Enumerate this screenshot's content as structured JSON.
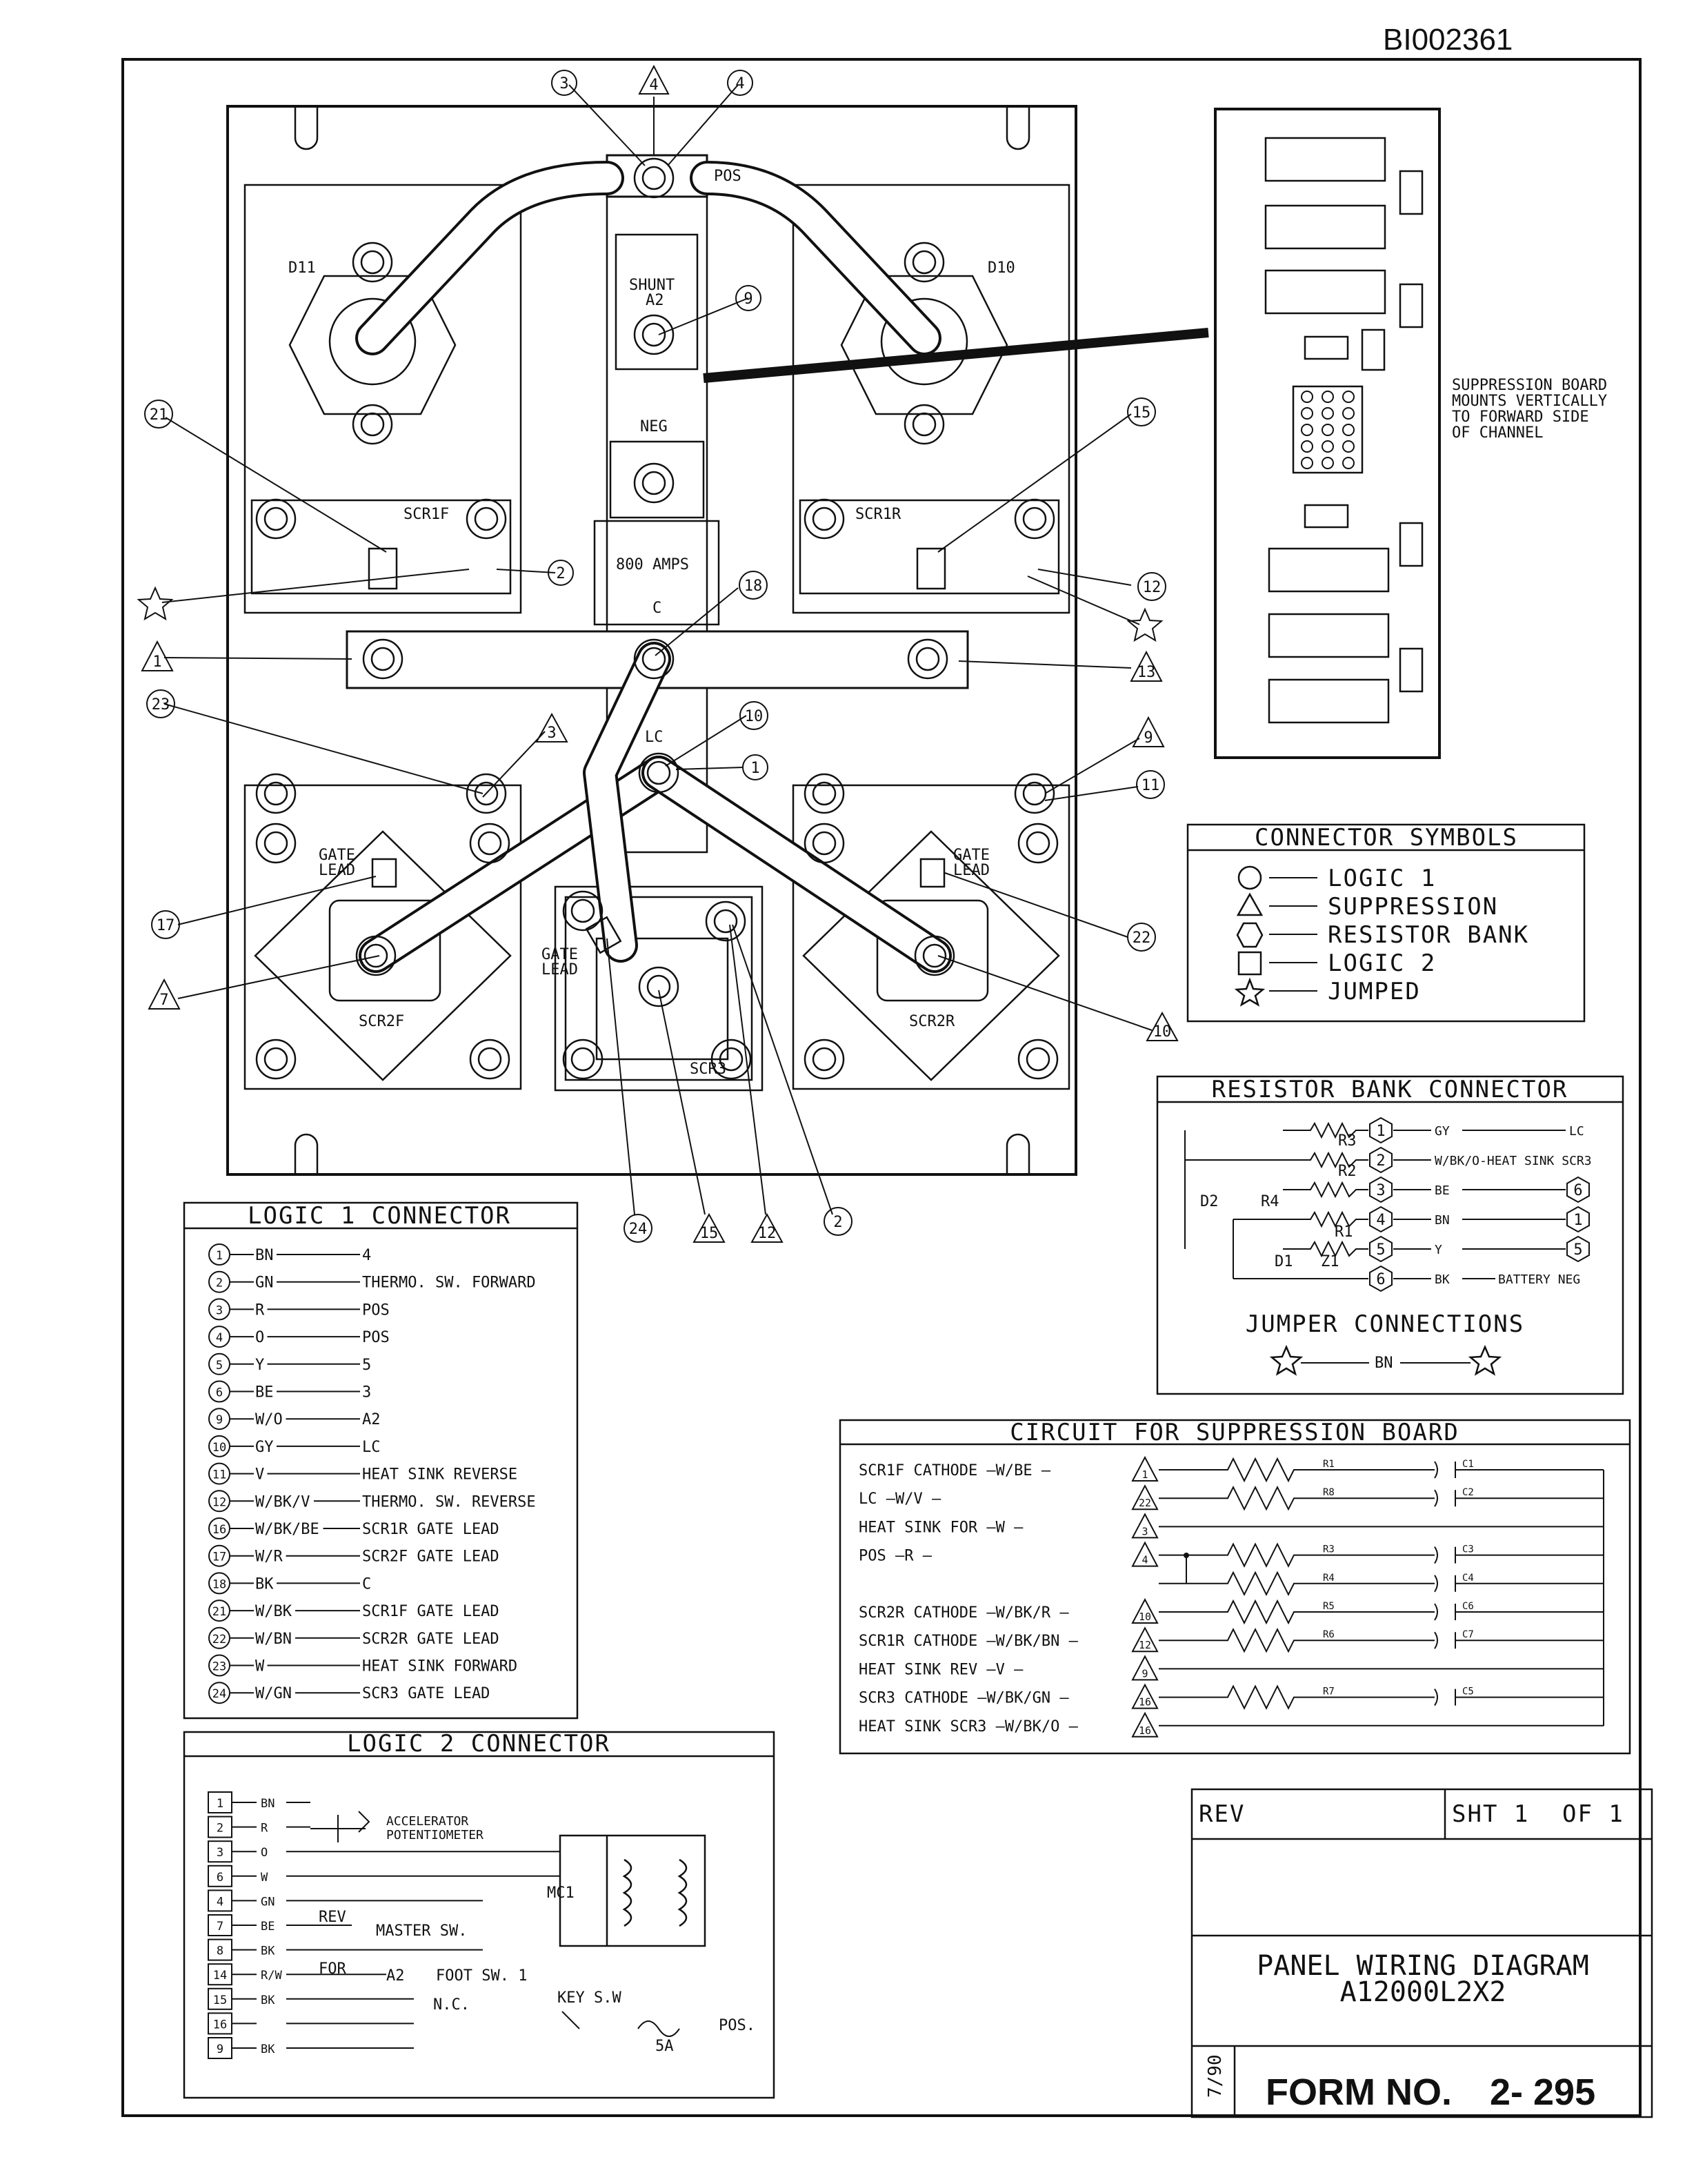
{
  "doc_id": "BI002361",
  "panel": {
    "labels": {
      "pos": "POS",
      "shunt": "SHUNT",
      "shunt_a2": "A2",
      "neg": "NEG",
      "amps": "800 AMPS",
      "c": "C",
      "lc": "LC",
      "d11": "D11",
      "d10": "D10",
      "scr1f": "SCR1F",
      "scr1r": "SCR1R",
      "scr2f": "SCR2F",
      "scr2r": "SCR2R",
      "scr3": "SCR3",
      "gate_lead": "GATE",
      "gate_lead2": "LEAD"
    },
    "callouts": {
      "c3": "3",
      "c4t": "4",
      "c4": "4",
      "c9": "9",
      "c21": "21",
      "c15": "15",
      "c2": "2",
      "c12": "12",
      "c18": "18",
      "c1": "1",
      "c13": "13",
      "c23": "23",
      "c3b": "3",
      "c10": "10",
      "c1b": "1",
      "c9b": "9",
      "c11": "11",
      "c17": "17",
      "c22": "22",
      "c7": "7",
      "c10b": "10",
      "c24": "24",
      "c15b": "15",
      "c12b": "12",
      "c2b": "2"
    }
  },
  "suppression_note": [
    "SUPPRESSION BOARD",
    "MOUNTS VERTICALLY",
    "TO FORWARD SIDE",
    "OF CHANNEL"
  ],
  "connector_symbols": {
    "title": "CONNECTOR SYMBOLS",
    "items": [
      "LOGIC 1",
      "SUPPRESSION",
      "RESISTOR BANK",
      "LOGIC 2",
      "JUMPED"
    ]
  },
  "resistor_bank": {
    "title": "RESISTOR BANK CONNECTOR",
    "rows": [
      {
        "pin": "1",
        "wire": "GY",
        "dest": "LC"
      },
      {
        "pin": "2",
        "wire": "W/BK/O-HEAT SINK SCR3",
        "dest": ""
      },
      {
        "pin": "3",
        "wire": "BE",
        "dest": "6"
      },
      {
        "pin": "4",
        "wire": "BN",
        "dest": "1"
      },
      {
        "pin": "5",
        "wire": "Y",
        "dest": "5"
      },
      {
        "pin": "6",
        "wire": "BK",
        "dest": "BATTERY NEG"
      }
    ],
    "parts": {
      "r3": "R3",
      "r2": "R2",
      "r4": "R4",
      "r1": "R1",
      "d2": "D2",
      "d1": "D1",
      "z1": "Z1"
    },
    "jumper_title": "JUMPER CONNECTIONS",
    "jumper_wire": "BN"
  },
  "logic1": {
    "title": "LOGIC 1 CONNECTOR",
    "rows": [
      {
        "pin": "1",
        "wire": "BN",
        "dest": "4"
      },
      {
        "pin": "2",
        "wire": "GN",
        "dest": "THERMO. SW. FORWARD"
      },
      {
        "pin": "3",
        "wire": "R",
        "dest": "POS"
      },
      {
        "pin": "4",
        "wire": "O",
        "dest": "POS"
      },
      {
        "pin": "5",
        "wire": "Y",
        "dest": "5"
      },
      {
        "pin": "6",
        "wire": "BE",
        "dest": "3"
      },
      {
        "pin": "9",
        "wire": "W/O",
        "dest": "A2"
      },
      {
        "pin": "10",
        "wire": "GY",
        "dest": "LC"
      },
      {
        "pin": "11",
        "wire": "V",
        "dest": "HEAT SINK REVERSE"
      },
      {
        "pin": "12",
        "wire": "W/BK/V",
        "dest": "THERMO. SW. REVERSE"
      },
      {
        "pin": "16",
        "wire": "W/BK/BE",
        "dest": "SCR1R GATE LEAD"
      },
      {
        "pin": "17",
        "wire": "W/R",
        "dest": "SCR2F GATE LEAD"
      },
      {
        "pin": "18",
        "wire": "BK",
        "dest": "C"
      },
      {
        "pin": "21",
        "wire": "W/BK",
        "dest": "SCR1F GATE LEAD"
      },
      {
        "pin": "22",
        "wire": "W/BN",
        "dest": "SCR2R GATE LEAD"
      },
      {
        "pin": "23",
        "wire": "W",
        "dest": "HEAT SINK FORWARD"
      },
      {
        "pin": "24",
        "wire": "W/GN",
        "dest": "SCR3 GATE LEAD"
      }
    ]
  },
  "circuit": {
    "title": "CIRCUIT FOR SUPPRESSION BOARD",
    "rows": [
      {
        "label": "SCR1F CATHODE —W/BE —",
        "tag": "1",
        "r": "R1",
        "c": "C1"
      },
      {
        "label": "LC —W/V —",
        "tag": "22",
        "r": "R8",
        "c": "C2"
      },
      {
        "label": "HEAT SINK FOR —W —",
        "tag": "3",
        "r": "",
        "c": ""
      },
      {
        "label": "POS —R —",
        "tag": "4",
        "r": "R3",
        "c": "C3"
      },
      {
        "label": "",
        "tag": "",
        "r": "R4",
        "c": "C4"
      },
      {
        "label": "SCR2R CATHODE —W/BK/R —",
        "tag": "10",
        "r": "R5",
        "c": "C6"
      },
      {
        "label": "SCR1R CATHODE —W/BK/BN —",
        "tag": "12",
        "r": "R6",
        "c": "C7"
      },
      {
        "label": "HEAT SINK REV —V —",
        "tag": "9",
        "r": "",
        "c": ""
      },
      {
        "label": "SCR3 CATHODE —W/BK/GN —",
        "tag": "16",
        "r": "R7",
        "c": "C5"
      },
      {
        "label": "HEAT SINK SCR3 —W/BK/O —",
        "tag": "16",
        "r": "",
        "c": ""
      }
    ]
  },
  "logic2": {
    "title": "LOGIC 2 CONNECTOR",
    "rows": [
      {
        "pin": "1",
        "wire": "BN"
      },
      {
        "pin": "2",
        "wire": "R"
      },
      {
        "pin": "3",
        "wire": "O"
      },
      {
        "pin": "6",
        "wire": "W"
      },
      {
        "pin": "4",
        "wire": "GN"
      },
      {
        "pin": "7",
        "wire": "BE"
      },
      {
        "pin": "8",
        "wire": "BK"
      },
      {
        "pin": "14",
        "wire": "R/W"
      },
      {
        "pin": "15",
        "wire": "BK"
      },
      {
        "pin": "16",
        "wire": ""
      },
      {
        "pin": "9",
        "wire": "BK"
      }
    ],
    "labels": {
      "accel1": "ACCELERATOR",
      "accel2": "POTENTIOMETER",
      "mc1": "MC1",
      "rev": "REV",
      "master": "MASTER SW.",
      "for": "FOR",
      "a2": "A2",
      "foot": "FOOT SW. 1",
      "nc": "N.C.",
      "key": "KEY S.W",
      "fuse": "5A",
      "pos": "POS."
    }
  },
  "title_block": {
    "rev": "REV",
    "sht": "SHT 1",
    "of": "OF 1",
    "title1": "PANEL WIRING DIAGRAM",
    "title2": "A12000L2X2",
    "date": "7/90",
    "form_label": "FORM NO.",
    "form_no": "2- 295"
  }
}
